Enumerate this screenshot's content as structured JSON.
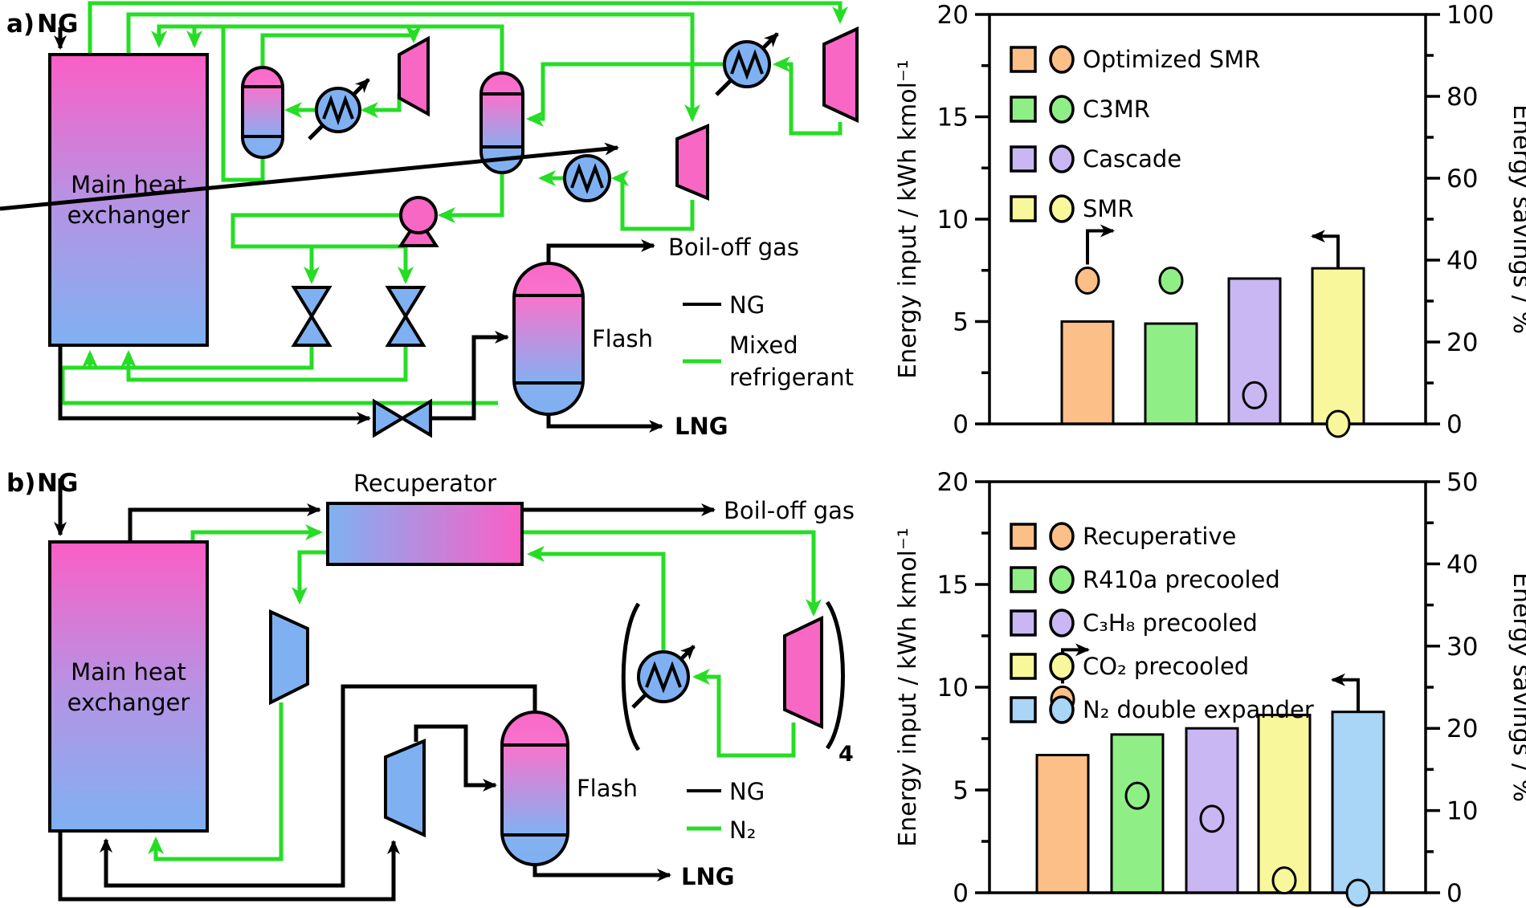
{
  "panel_a": {
    "label": "a)",
    "ng_feed": "NG",
    "mhe_line1": "Main heat",
    "mhe_line2": "exchanger",
    "flash_label": "Flash",
    "boil_off_label": "Boil-off gas",
    "lng_label": "LNG",
    "legend": {
      "ng": "NG",
      "refrigerant_line1": "Mixed",
      "refrigerant_line2": "refrigerant"
    }
  },
  "panel_b": {
    "label": "b)",
    "ng_feed": "NG",
    "mhe_line1": "Main heat",
    "mhe_line2": "exchanger",
    "recuperator_label": "Recuperator",
    "flash_label": "Flash",
    "boil_off_label": "Boil-off gas",
    "lng_label": "LNG",
    "bracket_subscript": "4",
    "legend": {
      "ng": "NG",
      "n2": "N₂"
    }
  },
  "icons": {
    "heat_exchanger": "circle-with-zigzag-and-arrow",
    "compressor": "trapezoid",
    "valve": "hourglass",
    "pump": "circle-with-foot",
    "separator": "capsule-vessel"
  },
  "colors": {
    "refrigerant_line_green": "#25dd25",
    "process_line_black": "#000000",
    "component_pink": "#f967c5",
    "component_blue": "#7fb1f2",
    "bar_orange": "#fbbf87",
    "bar_green": "#90ee87",
    "bar_purple": "#c9b7f3",
    "bar_yellow": "#f9f79b",
    "bar_blue": "#a9d5f6"
  },
  "chart_data": [
    {
      "type": "bar",
      "title": "",
      "categories": [
        "Optimized SMR",
        "C3MR",
        "Cascade",
        "SMR"
      ],
      "series": [
        {
          "name": "Energy input",
          "marker": "bar",
          "axis": "left",
          "values": [
            5.0,
            4.9,
            7.1,
            7.6
          ]
        },
        {
          "name": "Energy savings",
          "marker": "circle",
          "axis": "right",
          "values": [
            35,
            35,
            7,
            0
          ]
        }
      ],
      "colors": [
        "#fbbf87",
        "#90ee87",
        "#c9b7f3",
        "#f9f79b"
      ],
      "ylabel_left": "Energy input / kWh kmol⁻¹",
      "ylabel_right": "Energy savings / %",
      "ylim_left": [
        0,
        20
      ],
      "ylim_right": [
        0,
        100
      ],
      "yticks_left": [
        0,
        5,
        10,
        15,
        20
      ],
      "yticks_right": [
        0,
        20,
        40,
        60,
        80,
        100
      ],
      "legend_position": "upper-left-inside",
      "grid": false
    },
    {
      "type": "bar",
      "title": "",
      "categories": [
        "Recuperative",
        "R410a precooled",
        "C₃H₈ precooled",
        "CO₂ precooled",
        "N₂ double expander"
      ],
      "series": [
        {
          "name": "Energy input",
          "marker": "bar",
          "axis": "left",
          "values": [
            6.7,
            7.7,
            8.0,
            8.65,
            8.8
          ]
        },
        {
          "name": "Energy savings",
          "marker": "circle",
          "axis": "right",
          "values": [
            23.5,
            11.8,
            9.0,
            1.5,
            0
          ]
        }
      ],
      "colors": [
        "#fbbf87",
        "#90ee87",
        "#c9b7f3",
        "#f9f79b",
        "#a9d5f6"
      ],
      "ylabel_left": "Energy input / kWh kmol⁻¹",
      "ylabel_right": "Energy savings / %",
      "ylim_left": [
        0,
        20
      ],
      "ylim_right": [
        0,
        50
      ],
      "yticks_left": [
        0,
        5,
        10,
        15,
        20
      ],
      "yticks_right": [
        0,
        10,
        20,
        30,
        40,
        50
      ],
      "legend_position": "upper-left-inside",
      "grid": false
    }
  ]
}
